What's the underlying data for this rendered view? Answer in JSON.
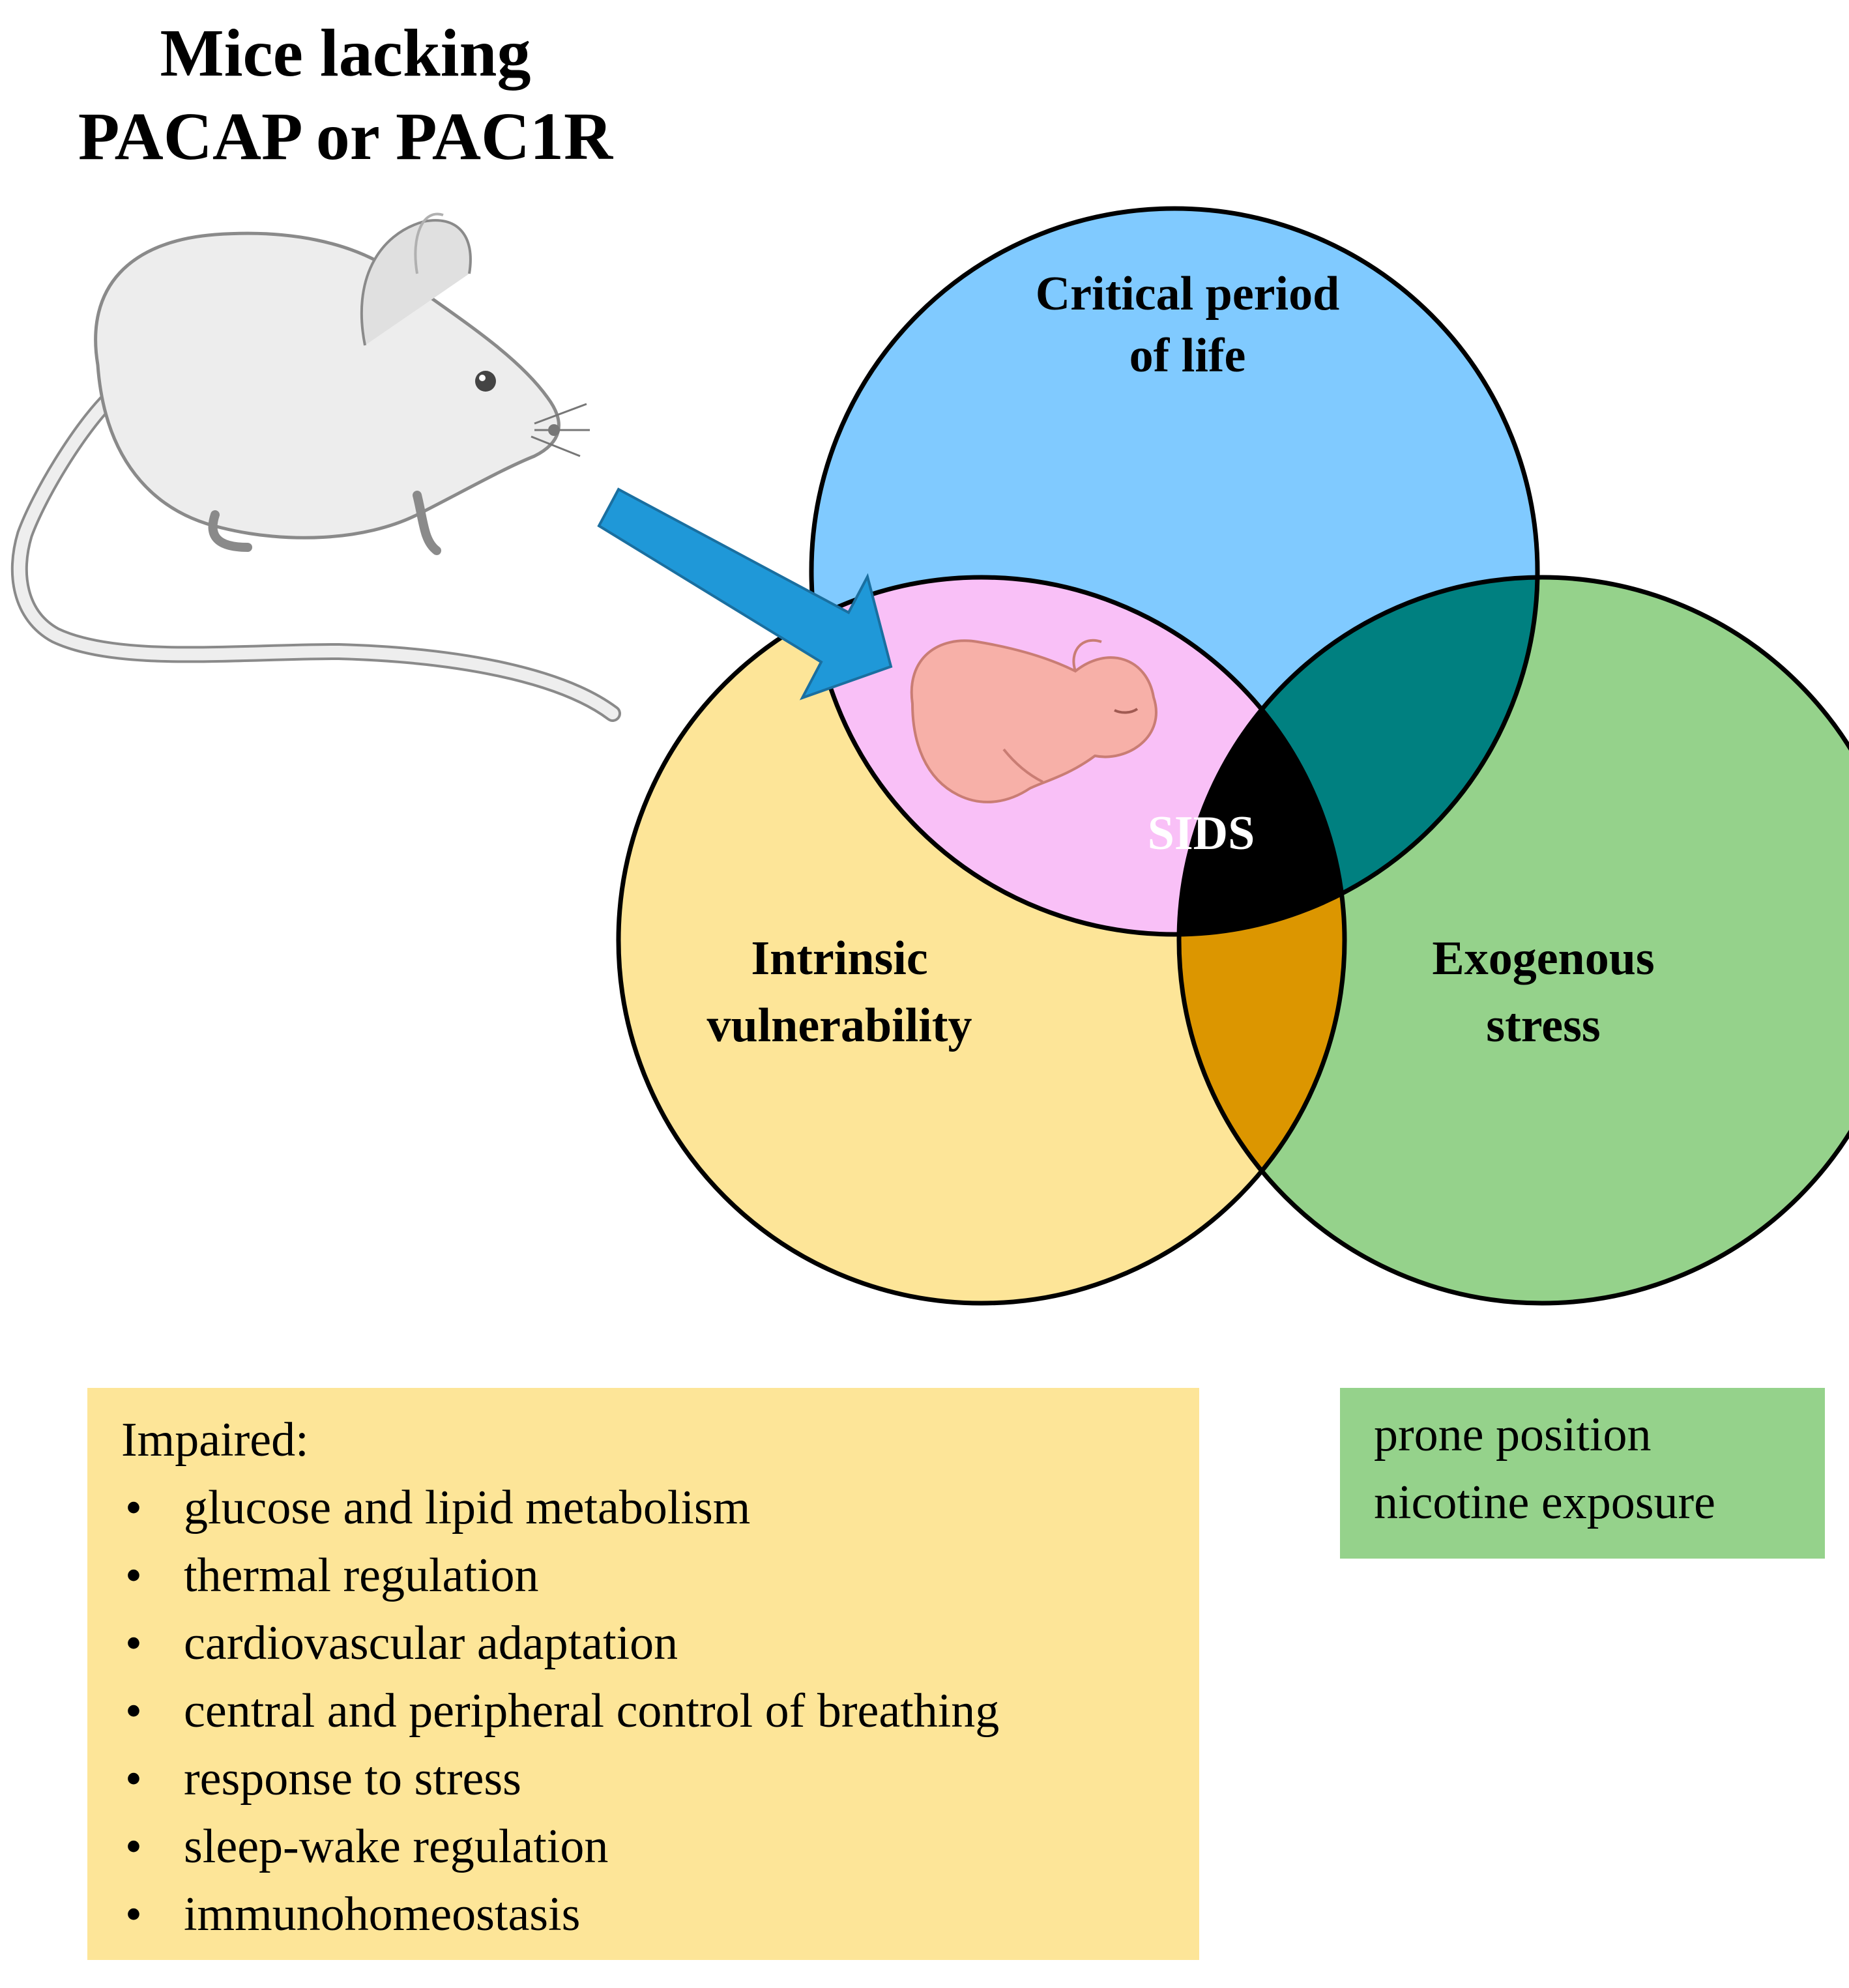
{
  "title": [
    "Mice lacking",
    "PACAP or PAC1R"
  ],
  "venn": {
    "circles": [
      {
        "id": "critical",
        "label_lines": [
          "Critical period",
          "of life"
        ],
        "color": "#80caff"
      },
      {
        "id": "intrinsic",
        "label_lines": [
          "Intrinsic",
          "vulnerability"
        ],
        "color": "#fde598"
      },
      {
        "id": "exogenous",
        "label_lines": [
          "Exogenous",
          "stress"
        ],
        "color": "#95d28b"
      }
    ],
    "overlaps": {
      "critical_intrinsic": "#f9c0f7",
      "critical_exogenous": "#008080",
      "intrinsic_exogenous": "#dc9600",
      "center": "#000000"
    },
    "center_label": "SIDS",
    "arrow_color": "#1f98d8"
  },
  "impaired_box": {
    "heading": "Impaired:",
    "bullet": "•",
    "items": [
      "glucose and lipid metabolism",
      "thermal regulation",
      "cardiovascular adaptation",
      "central and peripheral control of breathing",
      "response to stress",
      "sleep-wake regulation",
      "immunohomeostasis"
    ]
  },
  "stress_box": {
    "items": [
      "prone position",
      "nicotine exposure"
    ]
  },
  "icons": {
    "mouse": "mouse-icon",
    "infant": "newborn-mouse-icon",
    "arrow": "arrow-icon"
  }
}
